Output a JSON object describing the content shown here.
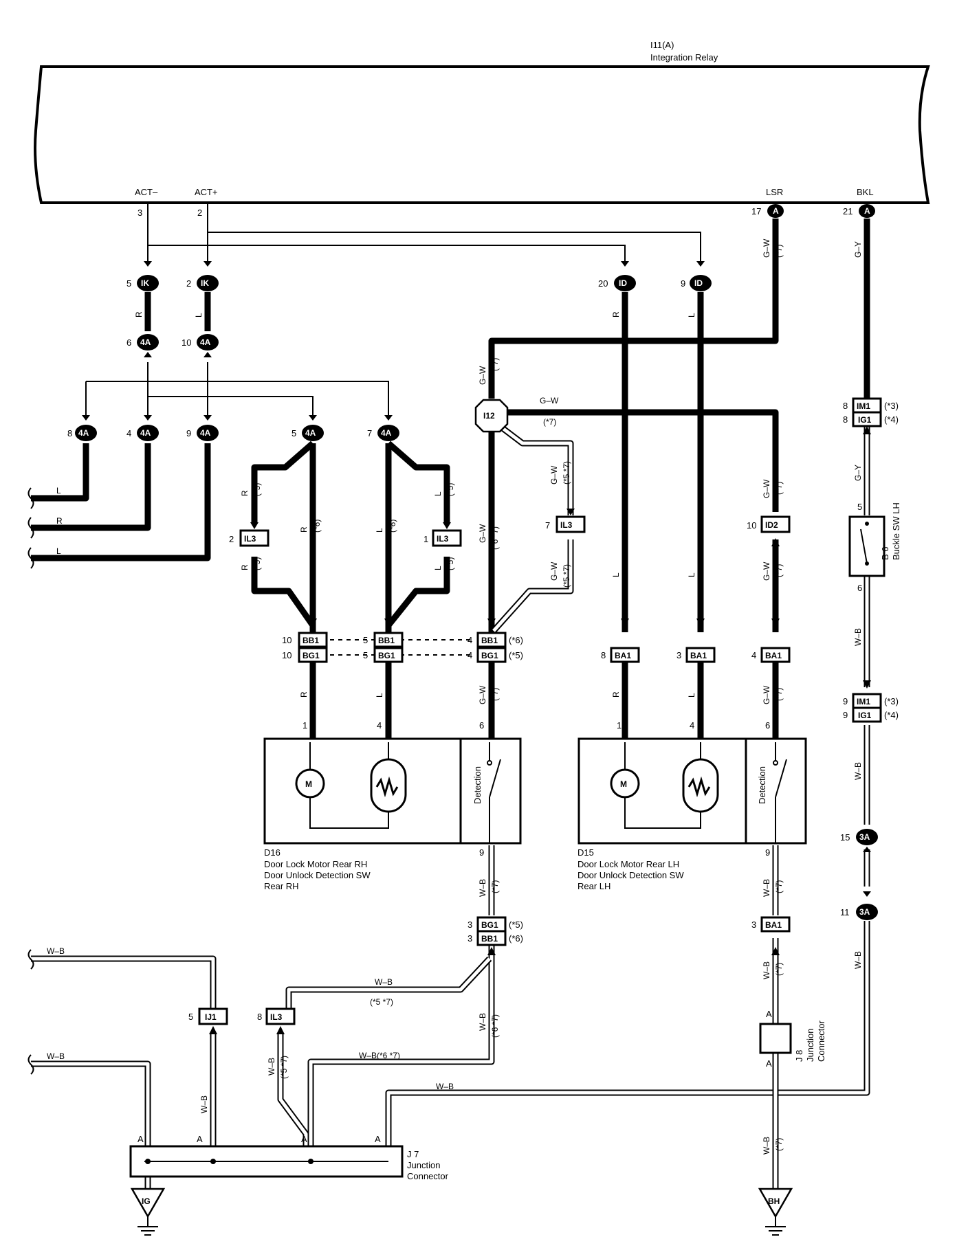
{
  "relay": {
    "id": "I11(A)",
    "name": "Integration Relay"
  },
  "relay_terminals": {
    "act_minus": {
      "label": "ACT–",
      "pin": "3"
    },
    "act_plus": {
      "label": "ACT+",
      "pin": "2"
    },
    "lsr": {
      "label": "LSR",
      "pin": "17",
      "conn": "A"
    },
    "bkl": {
      "label": "BKL",
      "pin": "21",
      "conn": "A"
    }
  },
  "connectors": {
    "ik_5": {
      "pin": "5",
      "id": "IK"
    },
    "ik_2": {
      "pin": "2",
      "id": "IK"
    },
    "id_20": {
      "pin": "20",
      "id": "ID"
    },
    "id_9": {
      "pin": "9",
      "id": "ID"
    },
    "a4_6": {
      "pin": "6",
      "id": "4A"
    },
    "a4_10": {
      "pin": "10",
      "id": "4A"
    },
    "a4_8": {
      "pin": "8",
      "id": "4A"
    },
    "a4_4": {
      "pin": "4",
      "id": "4A"
    },
    "a4_9": {
      "pin": "9",
      "id": "4A"
    },
    "a4_5": {
      "pin": "5",
      "id": "4A"
    },
    "a4_7": {
      "pin": "7",
      "id": "4A"
    },
    "i12": {
      "id": "I12"
    },
    "il3_2": {
      "pin": "2",
      "id": "IL3"
    },
    "il3_1": {
      "pin": "1",
      "id": "IL3"
    },
    "il3_7": {
      "pin": "7",
      "id": "IL3"
    },
    "il3_8": {
      "pin": "8",
      "id": "IL3"
    },
    "id2_10": {
      "pin": "10",
      "id": "ID2"
    },
    "im1_8": {
      "pin": "8",
      "id": "IM1",
      "note": "(*3)"
    },
    "ig1_8": {
      "pin": "8",
      "id": "IG1",
      "note": "(*4)"
    },
    "im1_9": {
      "pin": "9",
      "id": "IM1",
      "note": "(*3)"
    },
    "ig1_9": {
      "pin": "9",
      "id": "IG1",
      "note": "(*4)"
    },
    "bb1_10": {
      "pin": "10",
      "id": "BB1"
    },
    "bg1_10": {
      "pin": "10",
      "id": "BG1"
    },
    "bb1_5": {
      "pin": "5",
      "id": "BB1"
    },
    "bg1_5": {
      "pin": "5",
      "id": "BG1"
    },
    "bb1_4": {
      "pin": "4",
      "id": "BB1",
      "note": "(*6)"
    },
    "bg1_4": {
      "pin": "4",
      "id": "BG1",
      "note": "(*5)"
    },
    "ba1_8": {
      "pin": "8",
      "id": "BA1"
    },
    "ba1_3": {
      "pin": "3",
      "id": "BA1"
    },
    "ba1_4": {
      "pin": "4",
      "id": "BA1"
    },
    "bg1_3": {
      "pin": "3",
      "id": "BG1",
      "note": "(*5)"
    },
    "bb1_3": {
      "pin": "3",
      "id": "BB1",
      "note": "(*6)"
    },
    "ba1_3b": {
      "pin": "3",
      "id": "BA1"
    },
    "a3_15": {
      "pin": "15",
      "id": "3A"
    },
    "a3_11": {
      "pin": "11",
      "id": "3A"
    },
    "ij1_5": {
      "pin": "5",
      "id": "IJ1"
    }
  },
  "components": {
    "d16": {
      "id": "D16",
      "lines": [
        "Door Lock Motor Rear RH",
        "Door Unlock Detection SW",
        "Rear RH"
      ],
      "pins": [
        "1",
        "4",
        "6",
        "9"
      ],
      "detection": "Detection"
    },
    "d15": {
      "id": "D15",
      "lines": [
        "Door Lock Motor Rear LH",
        "Door Unlock Detection SW",
        "Rear LH"
      ],
      "pins": [
        "1",
        "4",
        "6",
        "9"
      ],
      "detection": "Detection"
    },
    "b6": {
      "id": "B 6",
      "name": "Buckle SW LH",
      "pins": [
        "5",
        "6"
      ]
    },
    "j7": {
      "id": "J 7",
      "lines": [
        "Junction",
        "Connector"
      ],
      "pin": "A"
    },
    "j8": {
      "id": "J 8",
      "lines": [
        "Junction",
        "Connector"
      ],
      "pin": "A"
    },
    "motor": "M"
  },
  "grounds": {
    "ig": "IG",
    "bh": "BH"
  },
  "wire_labels": {
    "r": "R",
    "l": "L",
    "gw": "G–W",
    "gy": "G–Y",
    "wb": "W–B",
    "wb_6_7": "W–B(*6 *7)",
    "n5": "(*5)",
    "n6": "(*6)",
    "n7": "(*7)",
    "n57": "(*5 *7)",
    "n67": "(*6 *7)"
  }
}
